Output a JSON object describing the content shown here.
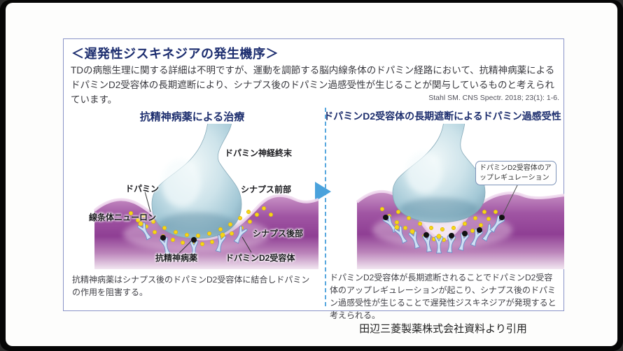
{
  "header": {
    "title": "＜遅発性ジスキネジアの発生機序＞",
    "body": "TDの病態生理に関する詳細は不明ですが、運動を調節する脳内線条体のドパミン経路において、抗精神病薬によるドパミンD2受容体の長期遮断により、シナプス後のドパミン過感受性が生じることが関与しているものと考えられています。",
    "citation": "Stahl SM. CNS Spectr. 2018; 23(1): 1-6."
  },
  "left_panel": {
    "title": "抗精神病薬による治療",
    "labels": {
      "nerve_terminal": "ドパミン神経終末",
      "dopamine": "ドパミン",
      "presynaptic": "シナプス前部",
      "striatal_neuron": "線条体ニューロン",
      "postsynaptic": "シナプス後部",
      "antipsychotic": "抗精神病薬",
      "d2_receptor": "ドパミンD2受容体"
    },
    "caption": "抗精神病薬はシナプス後のドパミンD2受容体に結合しドパミンの作用を阻害する。"
  },
  "right_panel": {
    "title": "ドパミンD2受容体の長期遮断によるドパミン過感受性",
    "callout": "ドパミンD2受容体のアップレギュレーション",
    "caption": "ドパミンD2受容体が長期遮断されることでドパミンD2受容体のアップレギュレーションが起こり、シナプス後のドパミン過感受性が生じることで遅発性ジスキネジアが発現すると考えられる。"
  },
  "credit": "田辺三菱製薬株式会社資料より引用",
  "colors": {
    "frame_border": "#8a94c8",
    "title_navy": "#1d2e6e",
    "accent_blue": "#4aa2dc",
    "membrane_purple": "#97459a",
    "neuron_blue": "#9ec4d3",
    "dopamine_yellow": "#f6d617",
    "antipsychotic_black": "#111111"
  }
}
